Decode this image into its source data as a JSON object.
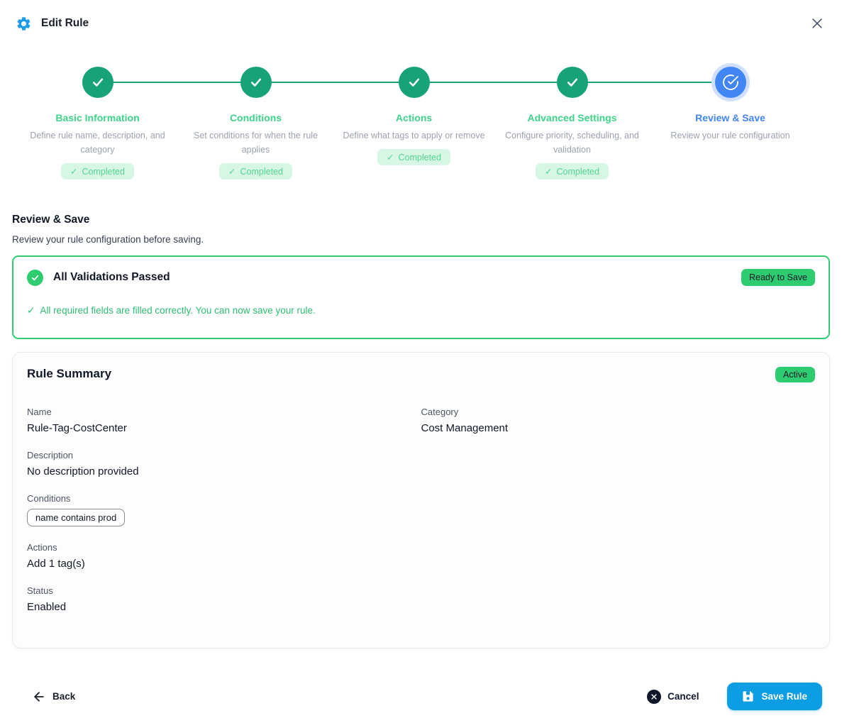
{
  "colors": {
    "step_green": "#17a277",
    "step_title_green": "#3ed488",
    "completed_badge_bg": "#d8f6e4",
    "completed_badge_text": "#52d68f",
    "active_blue": "#4285f4",
    "success_green": "#2ecc71",
    "validation_border": "#2fcc71",
    "validation_message": "#2dbd74",
    "save_button_blue": "#0d9de3",
    "gear_blue": "#1e9ce8"
  },
  "glyphs": {
    "check": "✓"
  },
  "header": {
    "title": "Edit Rule"
  },
  "stepper": {
    "steps": [
      {
        "title": "Basic Information",
        "description": "Define rule name, description, and category",
        "status": "Completed",
        "state": "completed"
      },
      {
        "title": "Conditions",
        "description": "Set conditions for when the rule applies",
        "status": "Completed",
        "state": "completed"
      },
      {
        "title": "Actions",
        "description": "Define what tags to apply or remove",
        "status": "Completed",
        "state": "completed"
      },
      {
        "title": "Advanced Settings",
        "description": "Configure priority, scheduling, and validation",
        "status": "Completed",
        "state": "completed"
      },
      {
        "title": "Review & Save",
        "description": "Review your rule configuration",
        "state": "active"
      }
    ]
  },
  "section": {
    "title": "Review & Save",
    "subtitle": "Review your rule configuration before saving."
  },
  "validation": {
    "title": "All Validations Passed",
    "badge": "Ready to Save",
    "message": "All required fields are filled correctly. You can now save your rule."
  },
  "summary": {
    "title": "Rule Summary",
    "status_badge": "Active",
    "name": {
      "label": "Name",
      "value": "Rule-Tag-CostCenter"
    },
    "category": {
      "label": "Category",
      "value": "Cost Management"
    },
    "description": {
      "label": "Description",
      "value": "No description provided"
    },
    "conditions": {
      "label": "Conditions",
      "chips": [
        "name contains prod"
      ]
    },
    "actions": {
      "label": "Actions",
      "value": "Add 1 tag(s)"
    },
    "status": {
      "label": "Status",
      "value": "Enabled"
    }
  },
  "footer": {
    "back": "Back",
    "cancel": "Cancel",
    "save": "Save Rule"
  }
}
